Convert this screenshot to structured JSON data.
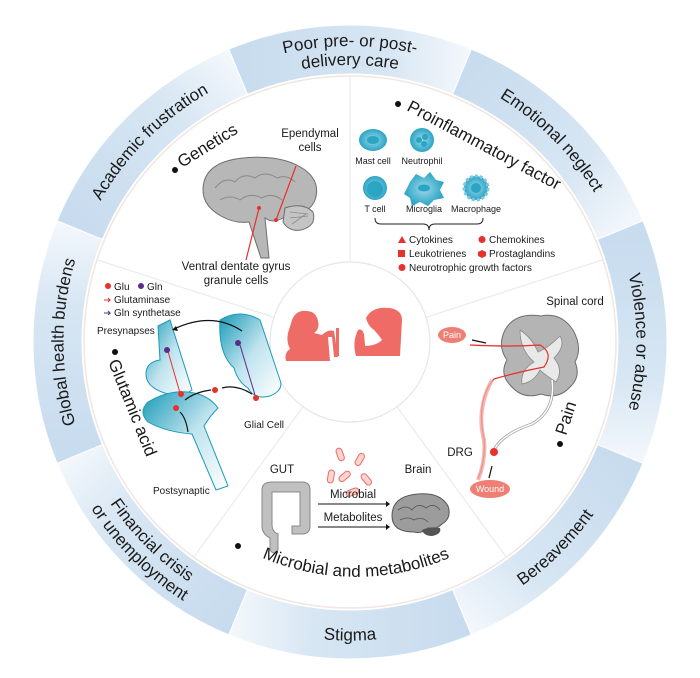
{
  "diagram": {
    "outer_ring": {
      "segments": [
        {
          "label_lines": [
            "Poor pre- or post-",
            "delivery care"
          ]
        },
        {
          "label_lines": [
            "Emotional neglect"
          ]
        },
        {
          "label_lines": [
            "Violence or abuse"
          ]
        },
        {
          "label_lines": [
            "Bereavement"
          ]
        },
        {
          "label_lines": [
            "Stigma"
          ]
        },
        {
          "label_lines": [
            "Financial crisis",
            "or unemployment"
          ]
        },
        {
          "label_lines": [
            "Global health burdens"
          ]
        },
        {
          "label_lines": [
            "Academic frustration"
          ]
        }
      ]
    },
    "sectors": {
      "genetics": {
        "title": "Genetics",
        "labels": {
          "ependymal_1": "Ependymal",
          "ependymal_2": "cells",
          "dentate_1": "Ventral dentate gyrus",
          "dentate_2": "granule cells"
        }
      },
      "proinflammatory": {
        "title": "Proinflammatory factor",
        "cells": [
          "Mast cell",
          "Neutrophil",
          "T cell",
          "Microglia",
          "Macrophage"
        ],
        "factors": [
          "Cytokines",
          "Chemokines",
          "Leukotrienes",
          "Prostaglandins",
          "Neurotrophic growth factors"
        ]
      },
      "pain": {
        "title": "Pain",
        "labels": {
          "spinal_cord": "Spinal cord",
          "pain_badge": "Pain",
          "drg": "DRG",
          "wound_badge": "Wound"
        }
      },
      "microbial": {
        "title": "Microbial and metabolites",
        "labels": {
          "gut": "GUT",
          "brain": "Brain",
          "microbial": "Microbial",
          "metabolites": "Metabolites"
        }
      },
      "glutamic": {
        "title": "Glutamic acid",
        "legend": {
          "glu": "Glu",
          "gln": "Gln",
          "glutaminase": "Glutaminase",
          "gln_synthetase": "Gln synthetase"
        },
        "labels": {
          "presynapses": "Presynapses",
          "glial_cell": "Glial Cell",
          "postsynaptic": "Postsynaptic"
        }
      }
    },
    "colors": {
      "ring_dark": "#c6dbee",
      "ring_light": "#f4f8fc",
      "accent_red": "#e8302c",
      "figure_salmon": "#ee6b66",
      "gln_purple": "#5a2d8c",
      "cell_teal": "#2aa5c4",
      "tissue_gray": "#a9a9a9"
    }
  }
}
